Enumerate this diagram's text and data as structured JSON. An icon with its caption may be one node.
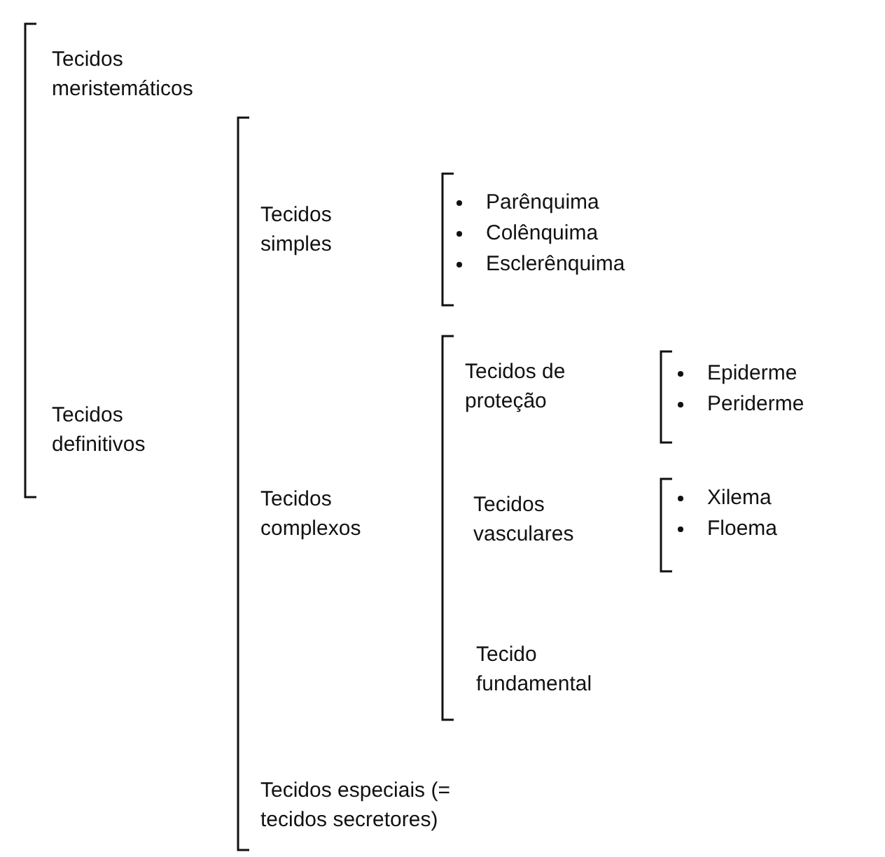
{
  "diagram": {
    "labels": [
      "Tecidos meristemáticos",
      "Tecidos definitivos",
      "Tecidos simples",
      "Parênquima",
      "Colênquima",
      "Esclerênquima",
      "Tecidos complexos",
      "Tecidos de proteção",
      "Epiderme",
      "Periderme",
      "Tecidos vasculares",
      "Xilema",
      "Floema",
      "Tecido fundamental",
      "Tecidos especiais (= tecidos secretores)"
    ]
  }
}
